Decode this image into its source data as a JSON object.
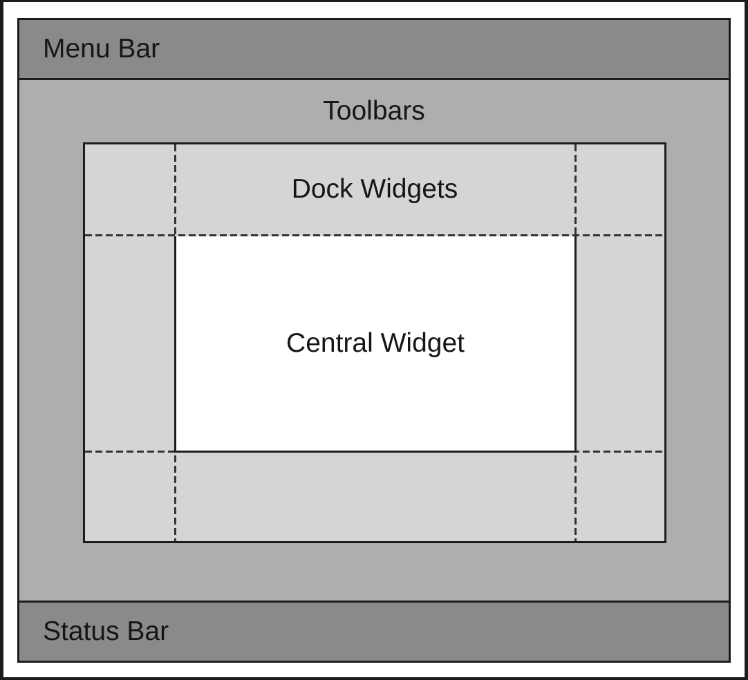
{
  "diagram": {
    "regions": {
      "menu_bar": {
        "label": "Menu Bar",
        "fill": "#8a8a8a"
      },
      "toolbars": {
        "label": "Toolbars",
        "fill": "#aeaeae"
      },
      "dock_widgets": {
        "label": "Dock Widgets",
        "fill": "#d5d5d5"
      },
      "central_widget": {
        "label": "Central Widget",
        "fill": "#ffffff"
      },
      "status_bar": {
        "label": "Status Bar",
        "fill": "#8a8a8a"
      }
    },
    "colors": {
      "outline": "#1c1c1c",
      "dashed_divider": "#333333",
      "text": "#161616",
      "page_background": "#ffffff"
    }
  }
}
